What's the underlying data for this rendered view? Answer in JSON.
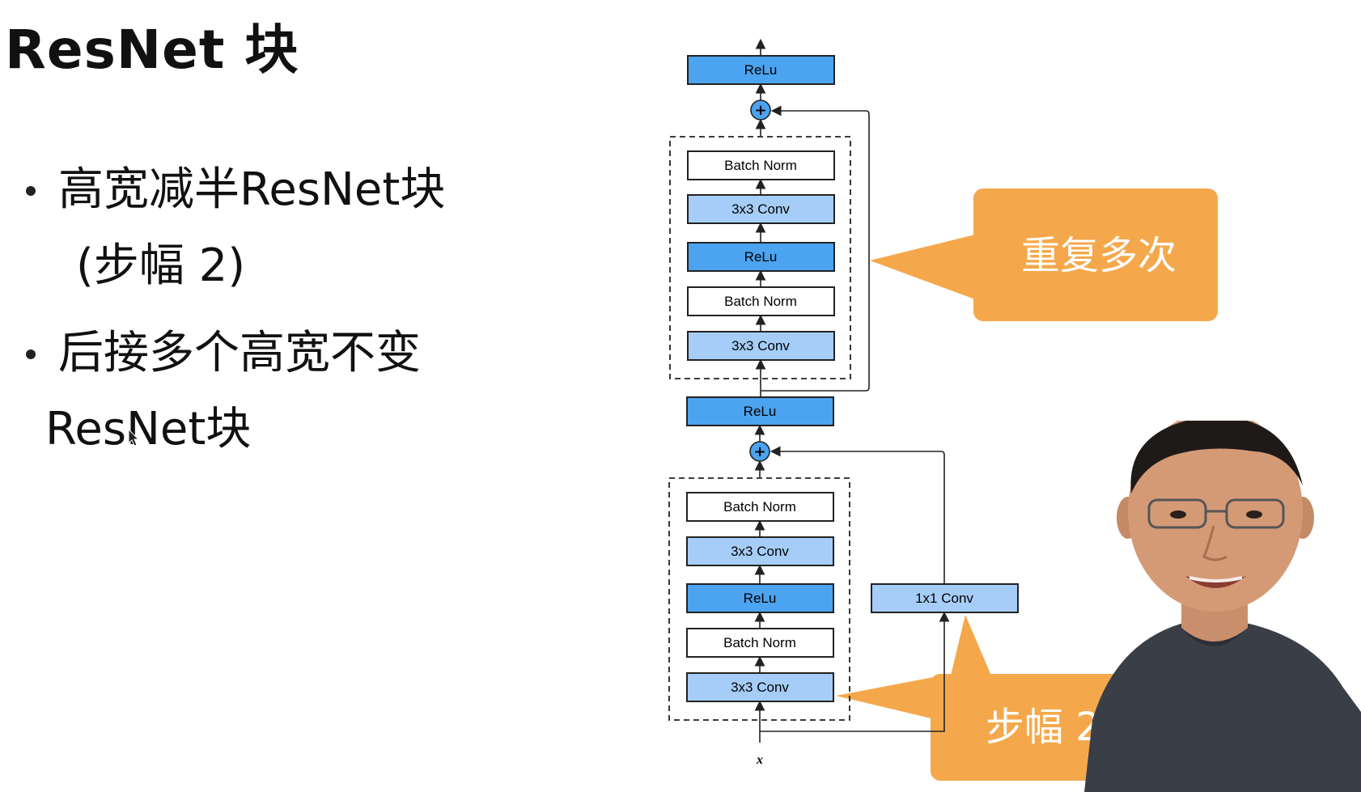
{
  "slide": {
    "title": "ResNet 块",
    "bullets": [
      {
        "lines": [
          "高宽减半ResNet块",
          "(步幅 2)"
        ]
      },
      {
        "lines": [
          "后接多个高宽不变",
          "ResNet块"
        ]
      }
    ]
  },
  "diagram": {
    "repeated_block": {
      "output_relu": "ReLu",
      "layers": [
        "Batch Norm",
        "3x3 Conv",
        "ReLu",
        "Batch Norm",
        "3x3 Conv"
      ]
    },
    "stride_block": {
      "output_relu": "ReLu",
      "layers": [
        "Batch Norm",
        "3x3 Conv",
        "ReLu",
        "Batch Norm",
        "3x3 Conv"
      ],
      "shortcut": "1x1 Conv"
    },
    "input_label": "x",
    "callouts": {
      "repeat": "重复多次",
      "stride": "步幅 2"
    }
  },
  "colors": {
    "relu_fill": "#4ca3ef",
    "conv_fill": "#a6cdf7",
    "norm_fill": "#ffffff",
    "callout_orange": "#f5a84b"
  },
  "icons": {
    "presenter": "presenter-video",
    "cursor": "mouse-pointer-icon"
  }
}
